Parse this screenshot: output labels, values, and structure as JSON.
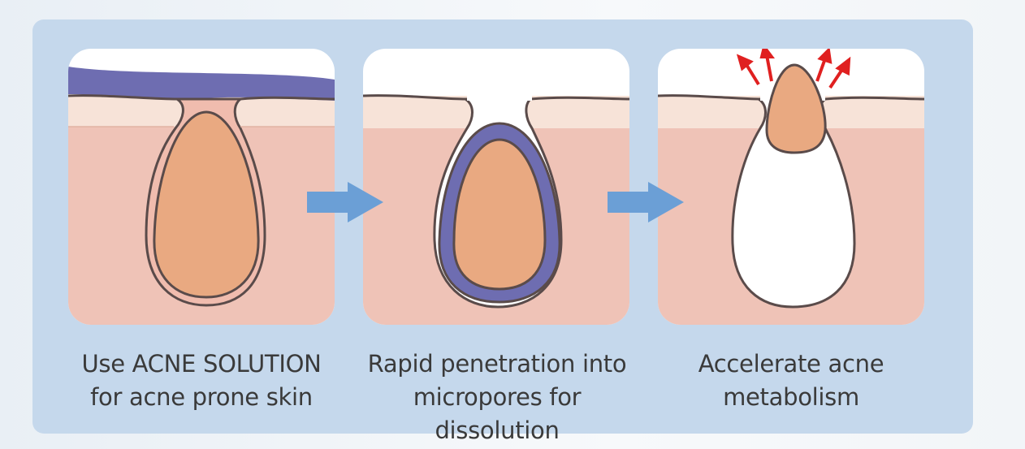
{
  "steps": [
    {
      "line1": "Use ACNE SOLUTION",
      "line2": "for acne prone skin"
    },
    {
      "line1": "Rapid penetration into",
      "line2": "micropores for dissolution"
    },
    {
      "line1": "Accelerate acne",
      "line2": "metabolism"
    }
  ],
  "colors": {
    "panel": "#c5d8ec",
    "skin_top": "#f7e3d8",
    "skin_body": "#efc3b7",
    "acne": "#e9a981",
    "solution": "#6e6db1",
    "arrow": "#6b9fd6",
    "release_arrows": "#e02020"
  }
}
